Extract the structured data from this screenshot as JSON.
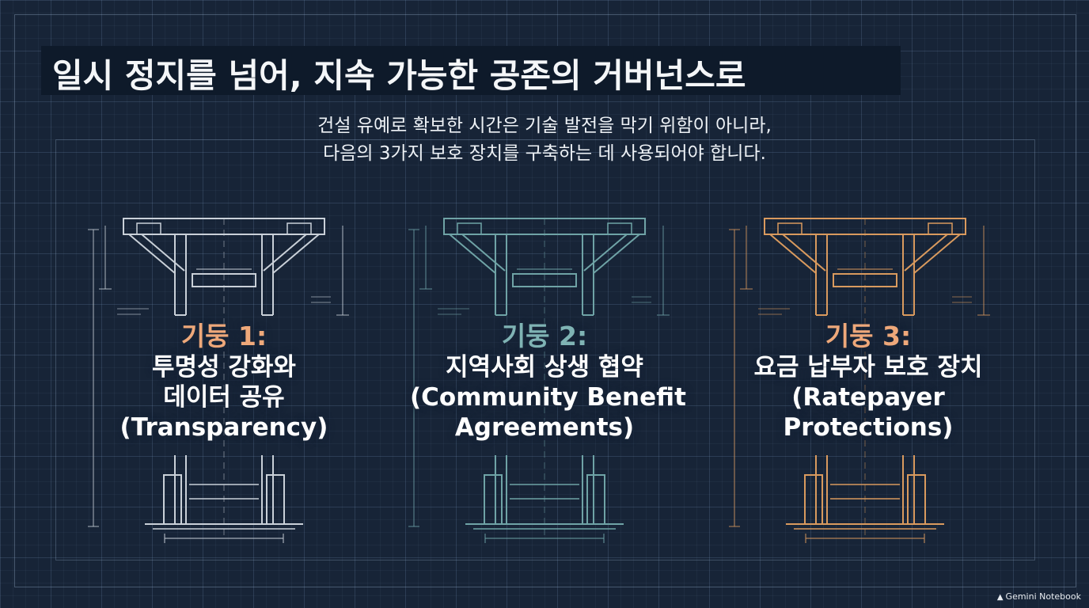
{
  "title": "일시 정지를 넘어, 지속 가능한 공존의 거버넌스로",
  "subtitle": {
    "line1": "건설 유예로 확보한 시간은 기술 발전을 막기 위함이 아니라,",
    "line2": "다음의 3가지 보호 장치를 구축하는 데 사용되어야 합니다."
  },
  "pillars": [
    {
      "label": "기둥 1:",
      "title_lines": [
        "투명성 강화와",
        "데이터 공유"
      ],
      "en_lines": [
        "(Transparency)"
      ],
      "color": "#c9d0d8",
      "label_color": "#eea87a"
    },
    {
      "label": "기둥 2:",
      "title_lines": [
        "지역사회 상생 협약"
      ],
      "en_lines": [
        "(Community Benefit",
        "Agreements)"
      ],
      "color": "#6fa3a6",
      "label_color": "#7fb3b4"
    },
    {
      "label": "기둥 3:",
      "title_lines": [
        "요금 납부자 보호 장치"
      ],
      "en_lines": [
        "(Ratepayer",
        "Protections)"
      ],
      "color": "#d99a5e",
      "label_color": "#eea87a"
    }
  ],
  "watermark": {
    "icon": "gemini-notebook-icon",
    "text": "Gemini Notebook"
  }
}
